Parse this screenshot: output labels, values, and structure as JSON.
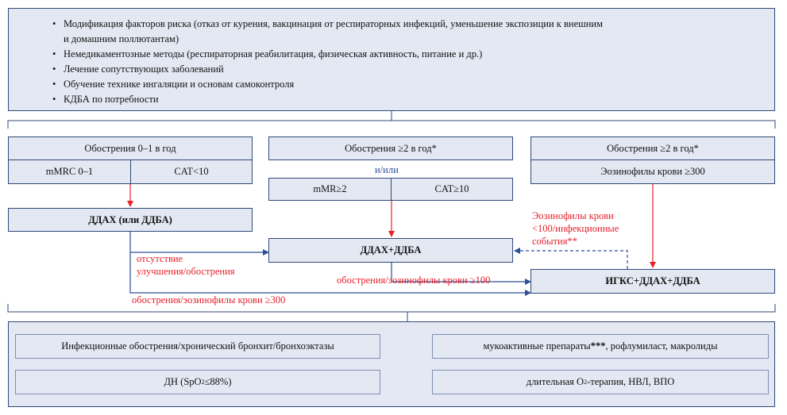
{
  "top_bullets": [
    "Модификация факторов риска (отказ от курения, вакцинация от респираторных инфекций, уменьшение экспозиции к внешним",
    "и домашним поллютантам)",
    "Немедикаментозные методы (респираторная реабилитация, физическая активность, питание и др.)",
    "Лечение сопутствующих заболеваний",
    "Обучение технике ингаляции и основам самоконтроля",
    "КДБА по потребности"
  ],
  "col1": {
    "header": "Обострения 0–1 в год",
    "left": "mMRC 0–1",
    "right": "CAT<10",
    "result": "ДДАХ (или ДДБА)"
  },
  "col2": {
    "header": "Обострения ≥2 в год*",
    "andor": "и/или",
    "left": "mMR≥2",
    "right": "CAT≥10",
    "result": "ДДАХ+ДДБА"
  },
  "col3": {
    "header": "Обострения ≥2 в год*",
    "sub": "Эозинофилы крови ≥300",
    "result": "ИГКС+ДДАХ+ДДБА"
  },
  "labels": {
    "no_improvement_1": "отсутствие",
    "no_improvement_2": "улучшения/обострения",
    "exac_eos_100": "обострения/эозинофилы крови ≥100",
    "exac_eos_300": "обострения/эозинофилы крови ≥300",
    "eos_low_1": "Эозинофилы крови",
    "eos_low_2": "<100/инфекционные",
    "eos_low_3": "события**"
  },
  "bottom": {
    "row1_left": "Инфекционные обострения/хронический бронхит/бронхоэктазы",
    "row1_right_a": "мукоактивные препараты",
    "row1_right_stars": "***",
    "row1_right_b": ", рофлумиласт, макролиды",
    "row2_left_a": "ДН (SpO",
    "row2_left_sub": "2",
    "row2_left_b": "≤88%)",
    "row2_right_a": "длительная O",
    "row2_right_sub": "2",
    "row2_right_b": "-терапия, НВЛ, ВПО"
  },
  "colors": {
    "box_fill": "#e4e8f3",
    "border": "#2f4a7a",
    "arrow_red": "#e8202a",
    "arrow_blue": "#2d4f9a"
  }
}
